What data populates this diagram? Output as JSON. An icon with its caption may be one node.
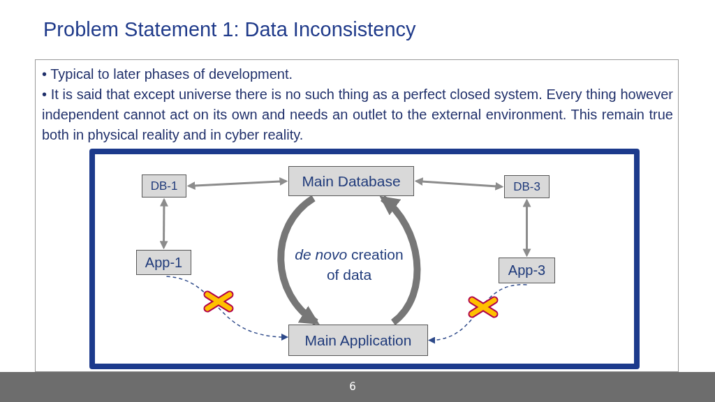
{
  "diagram": {
    "title": "Problem Statement 1: Data Inconsistency",
    "nodes": [
      {
        "text": [
          "DB-1"
        ]
      },
      {
        "text": [
          "Main Database"
        ]
      },
      {
        "text": [
          "DB-3"
        ]
      },
      {
        "text": [
          "App-1"
        ]
      },
      {
        "text": [
          "App-3"
        ]
      },
      {
        "text": [
          "Main Application"
        ]
      }
    ],
    "edges": [
      {
        "from": 0,
        "to": 1,
        "arrow": "both"
      },
      {
        "from": 1,
        "to": 2,
        "arrow": "both"
      },
      {
        "from": 0,
        "to": 3,
        "arrow": "both"
      },
      {
        "from": 2,
        "to": 4,
        "arrow": "both"
      },
      {
        "from": 1,
        "to": 5,
        "arrow": "to",
        "style": "thick"
      },
      {
        "from": 5,
        "to": 1,
        "arrow": "to",
        "style": "thick"
      },
      {
        "from": 3,
        "to": 5,
        "arrow": "to",
        "style": "dashed",
        "color": "#2e4a8a"
      },
      {
        "from": 4,
        "to": 5,
        "arrow": "to",
        "style": "dashed",
        "color": "#2e4a8a"
      }
    ],
    "labels": [
      "• Typical to later phases of development.",
      "• It is said that except universe there is no such thing as a perfect closed system. Every thing however independent cannot act on its own and needs an outlet to the external environment. This remain true both in physical reality and in cyber reality.",
      "*de novo* creation of data",
      "6"
    ]
  }
}
